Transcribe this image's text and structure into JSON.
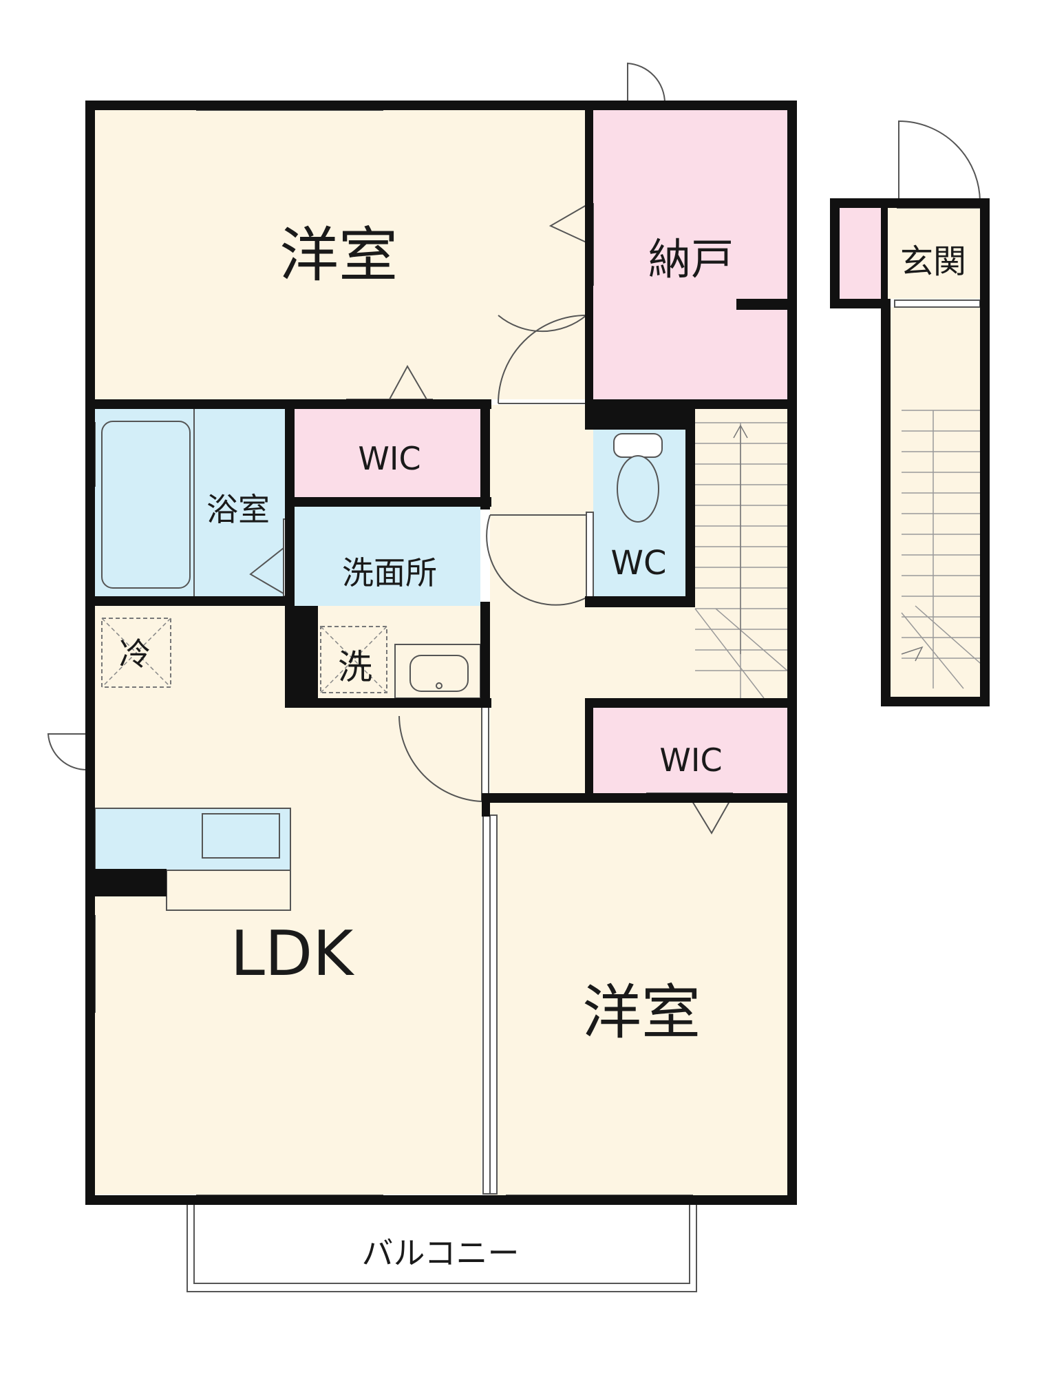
{
  "rooms": {
    "western_room_top": "洋室",
    "storage_nando": "納戸",
    "entrance": "玄関",
    "wic_upper": "WIC",
    "bathroom": "浴室",
    "washroom": "洗面所",
    "wc": "WC",
    "fridge_space": "冷",
    "washer_space": "洗",
    "wic_lower": "WIC",
    "ldk": "LDK",
    "western_room_bottom": "洋室",
    "balcony": "バルコニー"
  },
  "colors": {
    "room_beige": "#fdf5e3",
    "room_pink": "#fbdde8",
    "room_blue": "#d3eef8",
    "wall": "#111111"
  }
}
